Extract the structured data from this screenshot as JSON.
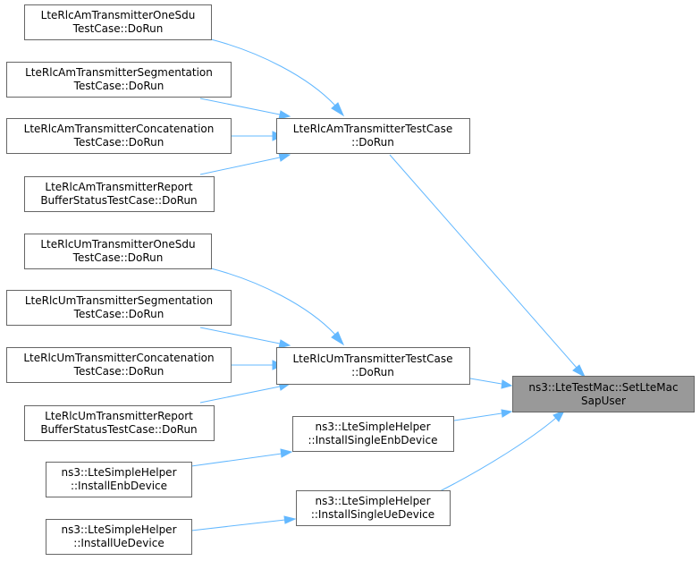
{
  "graph": {
    "nodes": {
      "n1": [
        "LteRlcAmTransmitterOneSdu",
        "TestCase::DoRun"
      ],
      "n2": [
        "LteRlcAmTransmitterSegmentation",
        "TestCase::DoRun"
      ],
      "n3": [
        "LteRlcAmTransmitterConcatenation",
        "TestCase::DoRun"
      ],
      "n4": [
        "LteRlcAmTransmitterReport",
        "BufferStatusTestCase::DoRun"
      ],
      "n5": [
        "LteRlcUmTransmitterOneSdu",
        "TestCase::DoRun"
      ],
      "n6": [
        "LteRlcUmTransmitterSegmentation",
        "TestCase::DoRun"
      ],
      "n7": [
        "LteRlcUmTransmitterConcatenation",
        "TestCase::DoRun"
      ],
      "n8": [
        "LteRlcUmTransmitterReport",
        "BufferStatusTestCase::DoRun"
      ],
      "n9": [
        "ns3::LteSimpleHelper",
        "::InstallEnbDevice"
      ],
      "n10": [
        "ns3::LteSimpleHelper",
        "::InstallUeDevice"
      ],
      "n11": [
        "LteRlcAmTransmitterTestCase",
        "::DoRun"
      ],
      "n12": [
        "LteRlcUmTransmitterTestCase",
        "::DoRun"
      ],
      "n13": [
        "ns3::LteSimpleHelper",
        "::InstallSingleEnbDevice"
      ],
      "n14": [
        "ns3::LteSimpleHelper",
        "::InstallSingleUeDevice"
      ],
      "n15": [
        "ns3::LteTestMac::SetLteMac",
        "SapUser"
      ]
    },
    "focus_node": "n15",
    "colors": {
      "edge": "#63b8ff",
      "focus_fill": "#999999",
      "border": "#666666"
    }
  }
}
